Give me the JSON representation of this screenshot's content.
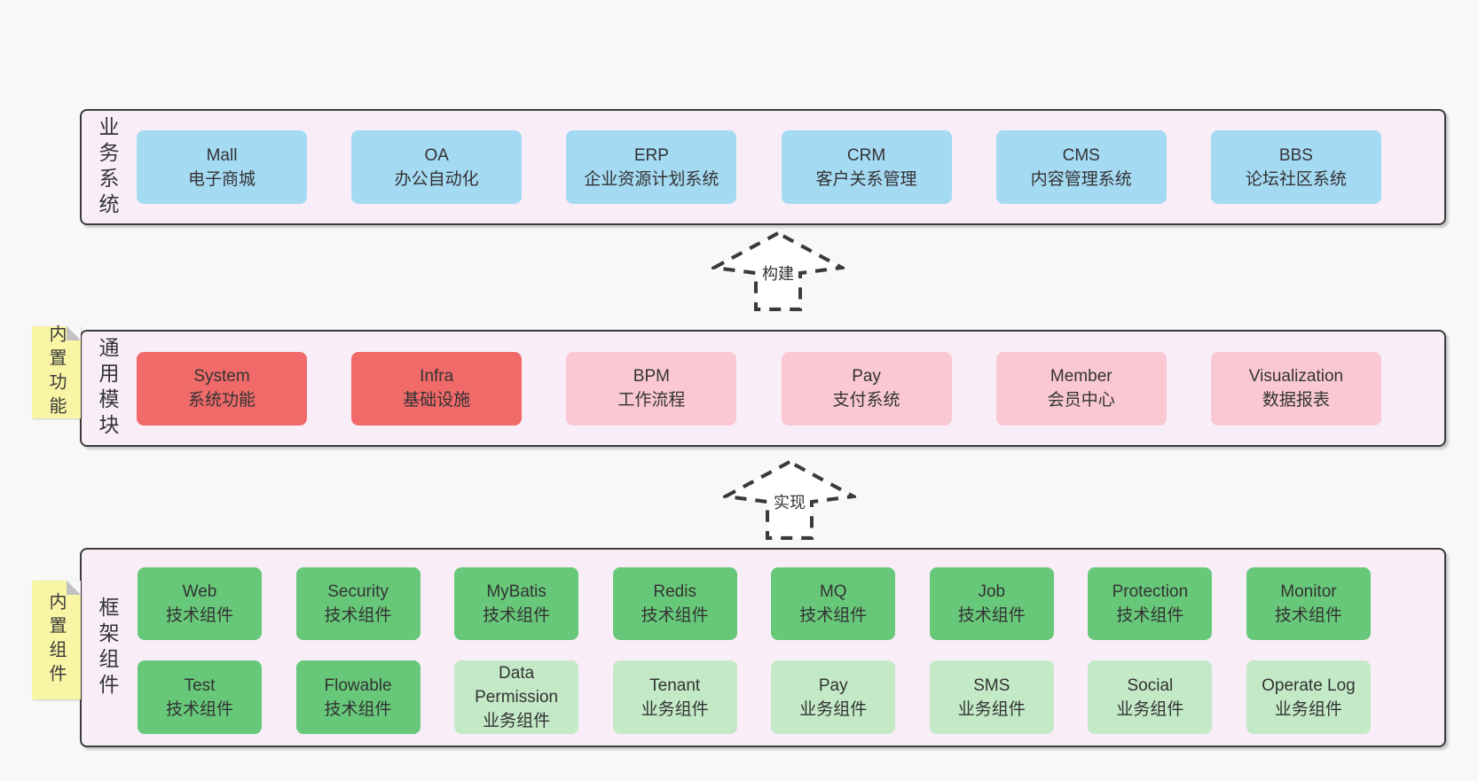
{
  "colors": {
    "page_background": "#f8f8f8",
    "panel_background": "#f9eef8",
    "panel_border": "#3b3b3b",
    "business_box_blue": "#a5daf3",
    "core_module_red": "#f06a6a",
    "module_pink": "#f9c8d3",
    "tech_component_green": "#68c87a",
    "biz_component_light_green": "#c3e9c7",
    "sticky_note_yellow": "#f9f5a4",
    "text": "#333333"
  },
  "sections": {
    "business": {
      "label": "业务系统",
      "boxes": [
        {
          "name": "Mall",
          "desc": "电子商城"
        },
        {
          "name": "OA",
          "desc": "办公自动化"
        },
        {
          "name": "ERP",
          "desc": "企业资源计划系统"
        },
        {
          "name": "CRM",
          "desc": "客户关系管理"
        },
        {
          "name": "CMS",
          "desc": "内容管理系统"
        },
        {
          "name": "BBS",
          "desc": "论坛社区系统"
        }
      ]
    },
    "modules": {
      "label": "通用模块",
      "note": "内置功能",
      "boxes": [
        {
          "name": "System",
          "desc": "系统功能"
        },
        {
          "name": "Infra",
          "desc": "基础设施"
        },
        {
          "name": "BPM",
          "desc": "工作流程"
        },
        {
          "name": "Pay",
          "desc": "支付系统"
        },
        {
          "name": "Member",
          "desc": "会员中心"
        },
        {
          "name": "Visualization",
          "desc": "数据报表"
        }
      ]
    },
    "framework": {
      "label": "框架组件",
      "note": "内置组件",
      "row1": [
        {
          "name": "Web",
          "desc": "技术组件"
        },
        {
          "name": "Security",
          "desc": "技术组件"
        },
        {
          "name": "MyBatis",
          "desc": "技术组件"
        },
        {
          "name": "Redis",
          "desc": "技术组件"
        },
        {
          "name": "MQ",
          "desc": "技术组件"
        },
        {
          "name": "Job",
          "desc": "技术组件"
        },
        {
          "name": "Protection",
          "desc": "技术组件"
        },
        {
          "name": "Monitor",
          "desc": "技术组件"
        }
      ],
      "row2": [
        {
          "name": "Test",
          "desc": "技术组件"
        },
        {
          "name": "Flowable",
          "desc": "技术组件"
        },
        {
          "name": "Data Permission",
          "desc": "业务组件"
        },
        {
          "name": "Tenant",
          "desc": "业务组件"
        },
        {
          "name": "Pay",
          "desc": "业务组件"
        },
        {
          "name": "SMS",
          "desc": "业务组件"
        },
        {
          "name": "Social",
          "desc": "业务组件"
        },
        {
          "name": "Operate Log",
          "desc": "业务组件"
        }
      ]
    }
  },
  "arrows": {
    "build": "构建",
    "implement": "实现"
  }
}
